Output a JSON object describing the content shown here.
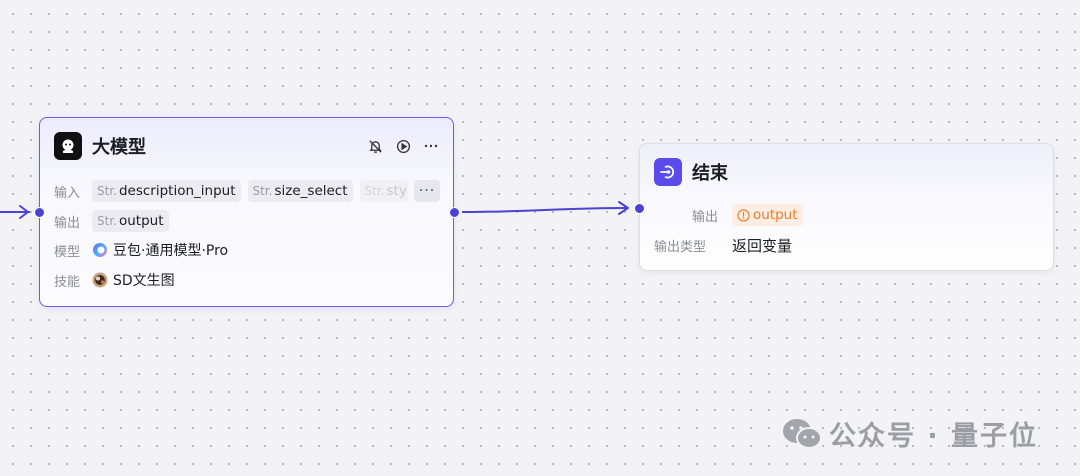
{
  "llm_node": {
    "title": "大模型",
    "input_label": "输入",
    "output_label": "输出",
    "model_label": "模型",
    "skill_label": "技能",
    "type_prefix": "Str.",
    "inputs": [
      "description_input",
      "size_select",
      "sty"
    ],
    "output": "output",
    "model": "豆包·通用模型·Pro",
    "skill": "SD文生图",
    "more_label": "···",
    "icons": [
      "bell-off-icon",
      "play-icon",
      "more-icon"
    ]
  },
  "end_node": {
    "title": "结束",
    "output_label": "输出",
    "output_value": "output",
    "output_type_label": "输出类型",
    "output_type_value": "返回变量"
  },
  "watermark": {
    "text": "公众号 · 量子位"
  },
  "colors": {
    "accent": "#5a4bea",
    "edge": "#4b42d6",
    "warning": "#f07a2b",
    "warning_bg": "#fdeee3"
  }
}
